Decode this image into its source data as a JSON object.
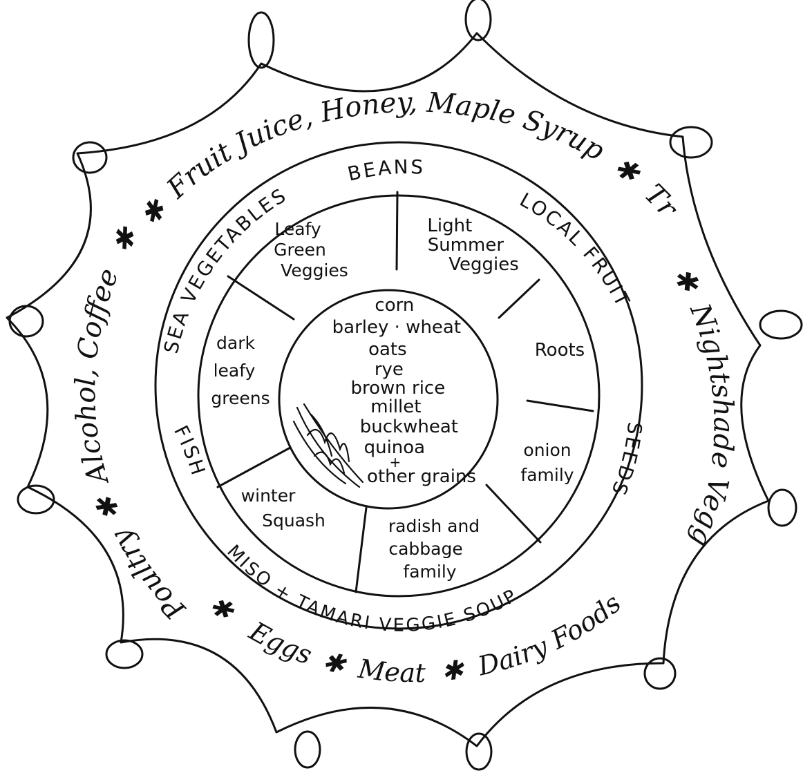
{
  "outer_ring": {
    "top": "Fruit Juice, Honey, Maple Syrup",
    "star1": "✱",
    "tropical": "Tropical Fruit",
    "star2": "✱",
    "nightshade": "Nightshade Veggies",
    "star3": "✱",
    "dairy": "Dairy Foods",
    "star4": "✱",
    "meat": "Meat",
    "star5": "✱",
    "eggs": "Eggs",
    "star6": "✱",
    "poultry": "Poultry",
    "star7": "✱",
    "alcohol": "Alcohol, Coffee",
    "star8": "✱"
  },
  "middle_ring": {
    "beans": "BEANS",
    "local_fruit": "LOCAL FRUIT",
    "seeds": "SEEDS",
    "miso": "MISO + TAMARI VEGGIE SOUP",
    "fish": "FISH",
    "sea_vegetables": "SEA VEGETABLES"
  },
  "segments": {
    "light_summer": [
      "Light",
      "Summer",
      "Veggies"
    ],
    "roots": [
      "Roots"
    ],
    "onion": [
      "onion",
      "family"
    ],
    "radish": [
      "radish and",
      "cabbage",
      "family"
    ],
    "winter": [
      "winter",
      "Squash"
    ],
    "dark_leafy": [
      "dark",
      "leafy",
      "greens"
    ],
    "leafy_green": [
      "Leafy",
      "Green",
      "Veggies"
    ]
  },
  "center": {
    "grains": [
      "corn",
      "barley · wheat",
      "oats",
      "rye",
      "brown rice",
      "millet",
      "buckwheat",
      "quinoa",
      "+",
      "other grains"
    ]
  }
}
